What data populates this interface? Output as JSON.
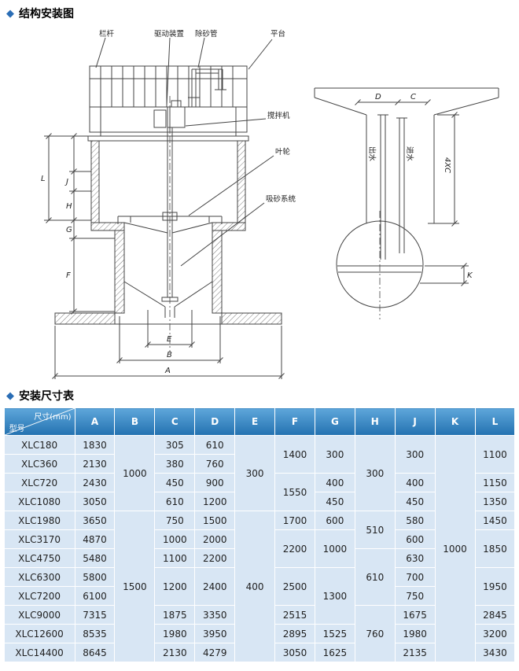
{
  "page": {
    "bullet": "◆",
    "section1_title": "结构安装图",
    "section2_title": "安装尺寸表"
  },
  "diagram": {
    "callouts": {
      "railing": "栏杆",
      "drive_unit": "驱动装置",
      "desanding_pipe": "除砂管",
      "platform": "平台",
      "mixer": "搅拌机",
      "impeller": "叶轮",
      "sand_suction_system": "吸砂系统",
      "water_outlet": "出水",
      "water_inlet": "进水"
    },
    "dimensions": {
      "L": "L",
      "J": "J",
      "H": "H",
      "G": "G",
      "F": "F",
      "E": "E",
      "B": "B",
      "A": "A",
      "D": "D",
      "C": "C",
      "K": "K",
      "four_x_c": "4XC"
    }
  },
  "table": {
    "corner_top": "尺寸(mm)",
    "corner_bottom": "型号",
    "columns": [
      "A",
      "B",
      "C",
      "D",
      "E",
      "F",
      "G",
      "H",
      "J",
      "K",
      "L"
    ],
    "cells": {
      "r1": {
        "model": "XLC180",
        "A": "1830",
        "B": "1000",
        "C": "305",
        "D": "610",
        "E": "300",
        "F": "1400",
        "G": "300",
        "H": "300",
        "J": "300",
        "K": "1000",
        "L": "1100"
      },
      "r2": {
        "model": "XLC360",
        "A": "2130",
        "C": "380",
        "D": "760"
      },
      "r3": {
        "model": "XLC720",
        "A": "2430",
        "C": "450",
        "D": "900",
        "F": "1550",
        "G": "400",
        "J": "400",
        "L": "1150"
      },
      "r4": {
        "model": "XLC1080",
        "A": "3050",
        "C": "610",
        "D": "1200",
        "G": "450",
        "J": "450",
        "L": "1350"
      },
      "r5": {
        "model": "XLC1980",
        "A": "3650",
        "B": "1500",
        "C": "750",
        "D": "1500",
        "E": "400",
        "F": "1700",
        "G": "600",
        "H": "510",
        "J": "580",
        "L": "1450"
      },
      "r6": {
        "model": "XLC3170",
        "A": "4870",
        "C": "1000",
        "D": "2000",
        "F": "2200",
        "G": "1000",
        "J": "600",
        "L": "1850"
      },
      "r7": {
        "model": "XLC4750",
        "A": "5480",
        "C": "1100",
        "D": "2200",
        "H": "610",
        "J": "630"
      },
      "r8": {
        "model": "XLC6300",
        "A": "5800",
        "C": "1200",
        "D": "2400",
        "F": "2500",
        "G": "1300",
        "J": "700",
        "L": "1950"
      },
      "r9": {
        "model": "XLC7200",
        "A": "6100",
        "J": "750"
      },
      "r10": {
        "model": "XLC9000",
        "A": "7315",
        "C": "1875",
        "D": "3350",
        "F": "2515",
        "H": "760",
        "J": "1675",
        "L": "2845"
      },
      "r11": {
        "model": "XLC12600",
        "A": "8535",
        "C": "1980",
        "D": "3950",
        "F": "2895",
        "G": "1525",
        "J": "1980",
        "L": "3200"
      },
      "r12": {
        "model": "XLC14400",
        "A": "8645",
        "C": "2130",
        "D": "4279",
        "F": "3050",
        "G": "1625",
        "J": "2135",
        "L": "3430"
      }
    }
  }
}
